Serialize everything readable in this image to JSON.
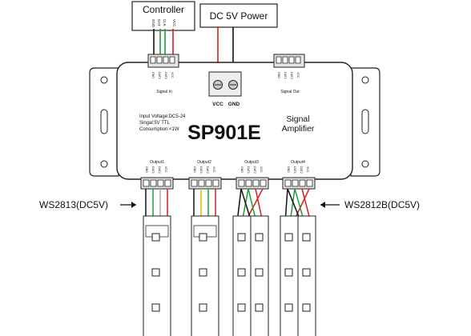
{
  "controller_label": "Controller",
  "controller_pins": [
    "GND",
    "DAT",
    "CLK",
    "VCC"
  ],
  "power_label": "DC 5V Power",
  "power_terminals": [
    "VCC",
    "GND"
  ],
  "device_name": "SP901E",
  "device_subtitle_line1": "Signal",
  "device_subtitle_line2": "Amplifier",
  "spec_lines": [
    "Input Voltage:DC5-24",
    "Singal:5V TTL",
    "Consumption:<1W"
  ],
  "signal_in_label": "Signal In",
  "signal_out_label": "Signal Out",
  "header_pins": [
    "GND",
    "DAT1",
    "DAT2",
    "VCC"
  ],
  "outputs": [
    "Output1",
    "Output2",
    "Output3",
    "Output4"
  ],
  "left_strip_label": "WS2813(DC5V)",
  "right_strip_label": "WS2812B(DC5V)",
  "colors": {
    "wire_red": "#d62020",
    "wire_green": "#1f9d3a",
    "wire_black": "#111111",
    "wire_gray": "#aaaaaa",
    "wire_yellow": "#e2b400"
  }
}
